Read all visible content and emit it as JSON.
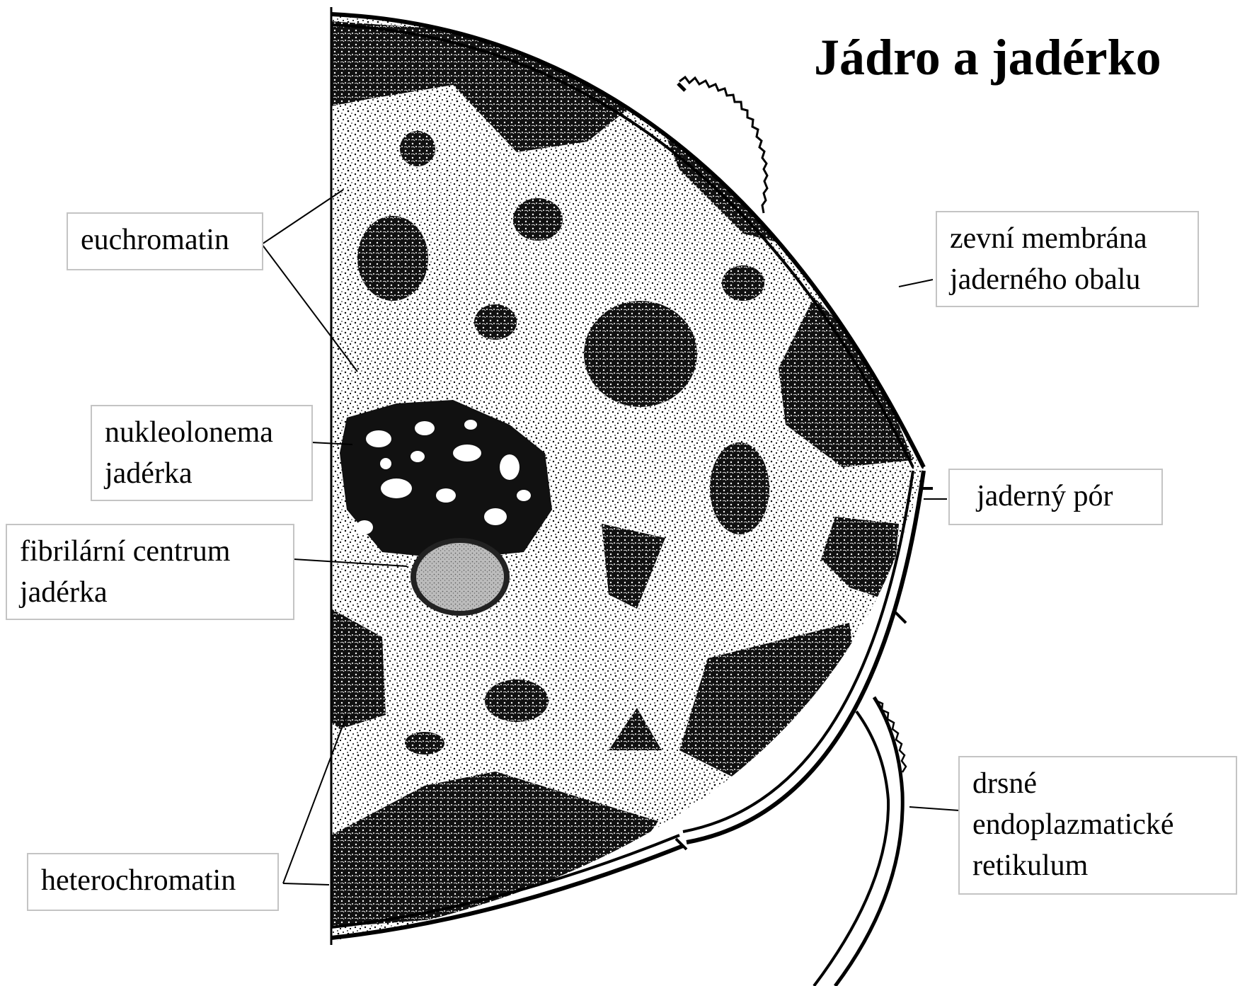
{
  "title": "Jádro a jadérko",
  "labels": {
    "euchromatin": [
      "euchromatin"
    ],
    "nucleolonema": [
      "nukleolonema",
      "jadérka"
    ],
    "fibrillar_center": [
      "fibrilární centrum",
      "jadérka"
    ],
    "heterochromatin": [
      "heterochromatin"
    ],
    "outer_membrane": [
      "zevní membrána",
      "jaderného obalu"
    ],
    "nuclear_pore": [
      "jaderný pór"
    ],
    "rough_er": [
      "drsné",
      "endoplazmatické",
      "retikulum"
    ]
  },
  "colors": {
    "ink": "#000000",
    "paper": "#ffffff",
    "label_border": "#c4c4c4"
  }
}
